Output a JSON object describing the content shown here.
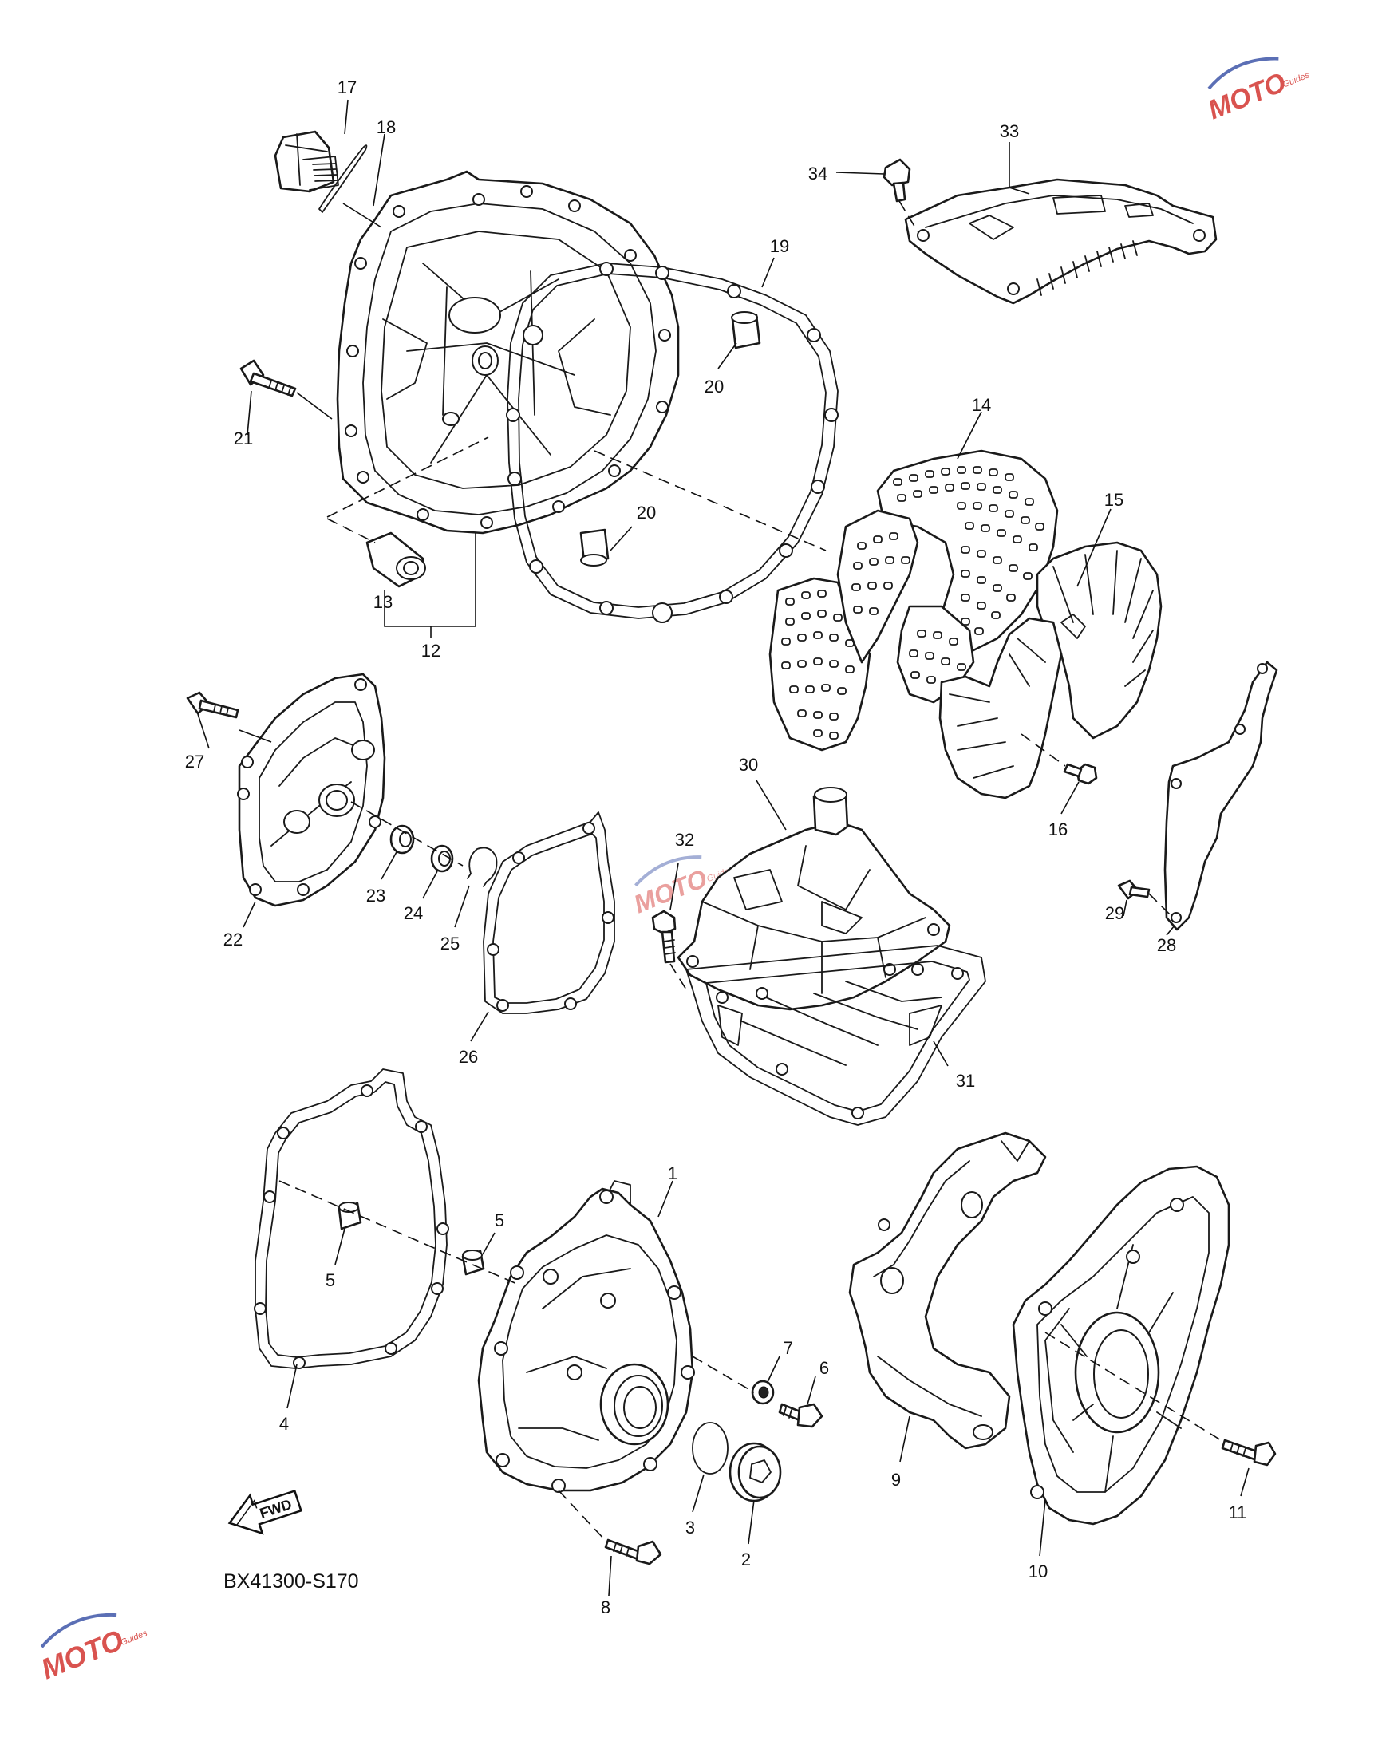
{
  "diagram_code": "BX41300-S170",
  "fwd_label": "FWD",
  "watermark": {
    "brand": "MOTO",
    "sub": "Guides",
    "color": "#d9534f",
    "accent": "#5b6fb5"
  },
  "callouts": {
    "c1": "1",
    "c2": "2",
    "c3": "3",
    "c4": "4",
    "c5a": "5",
    "c5b": "5",
    "c6": "6",
    "c7": "7",
    "c8": "8",
    "c9": "9",
    "c10": "10",
    "c11": "11",
    "c12": "12",
    "c13": "13",
    "c14": "14",
    "c15": "15",
    "c16": "16",
    "c17": "17",
    "c18": "18",
    "c19": "19",
    "c20a": "20",
    "c20b": "20",
    "c21": "21",
    "c22": "22",
    "c23": "23",
    "c24": "24",
    "c25": "25",
    "c26": "26",
    "c27": "27",
    "c28": "28",
    "c29": "29",
    "c30": "30",
    "c31": "31",
    "c32": "32",
    "c33": "33",
    "c34": "34"
  }
}
